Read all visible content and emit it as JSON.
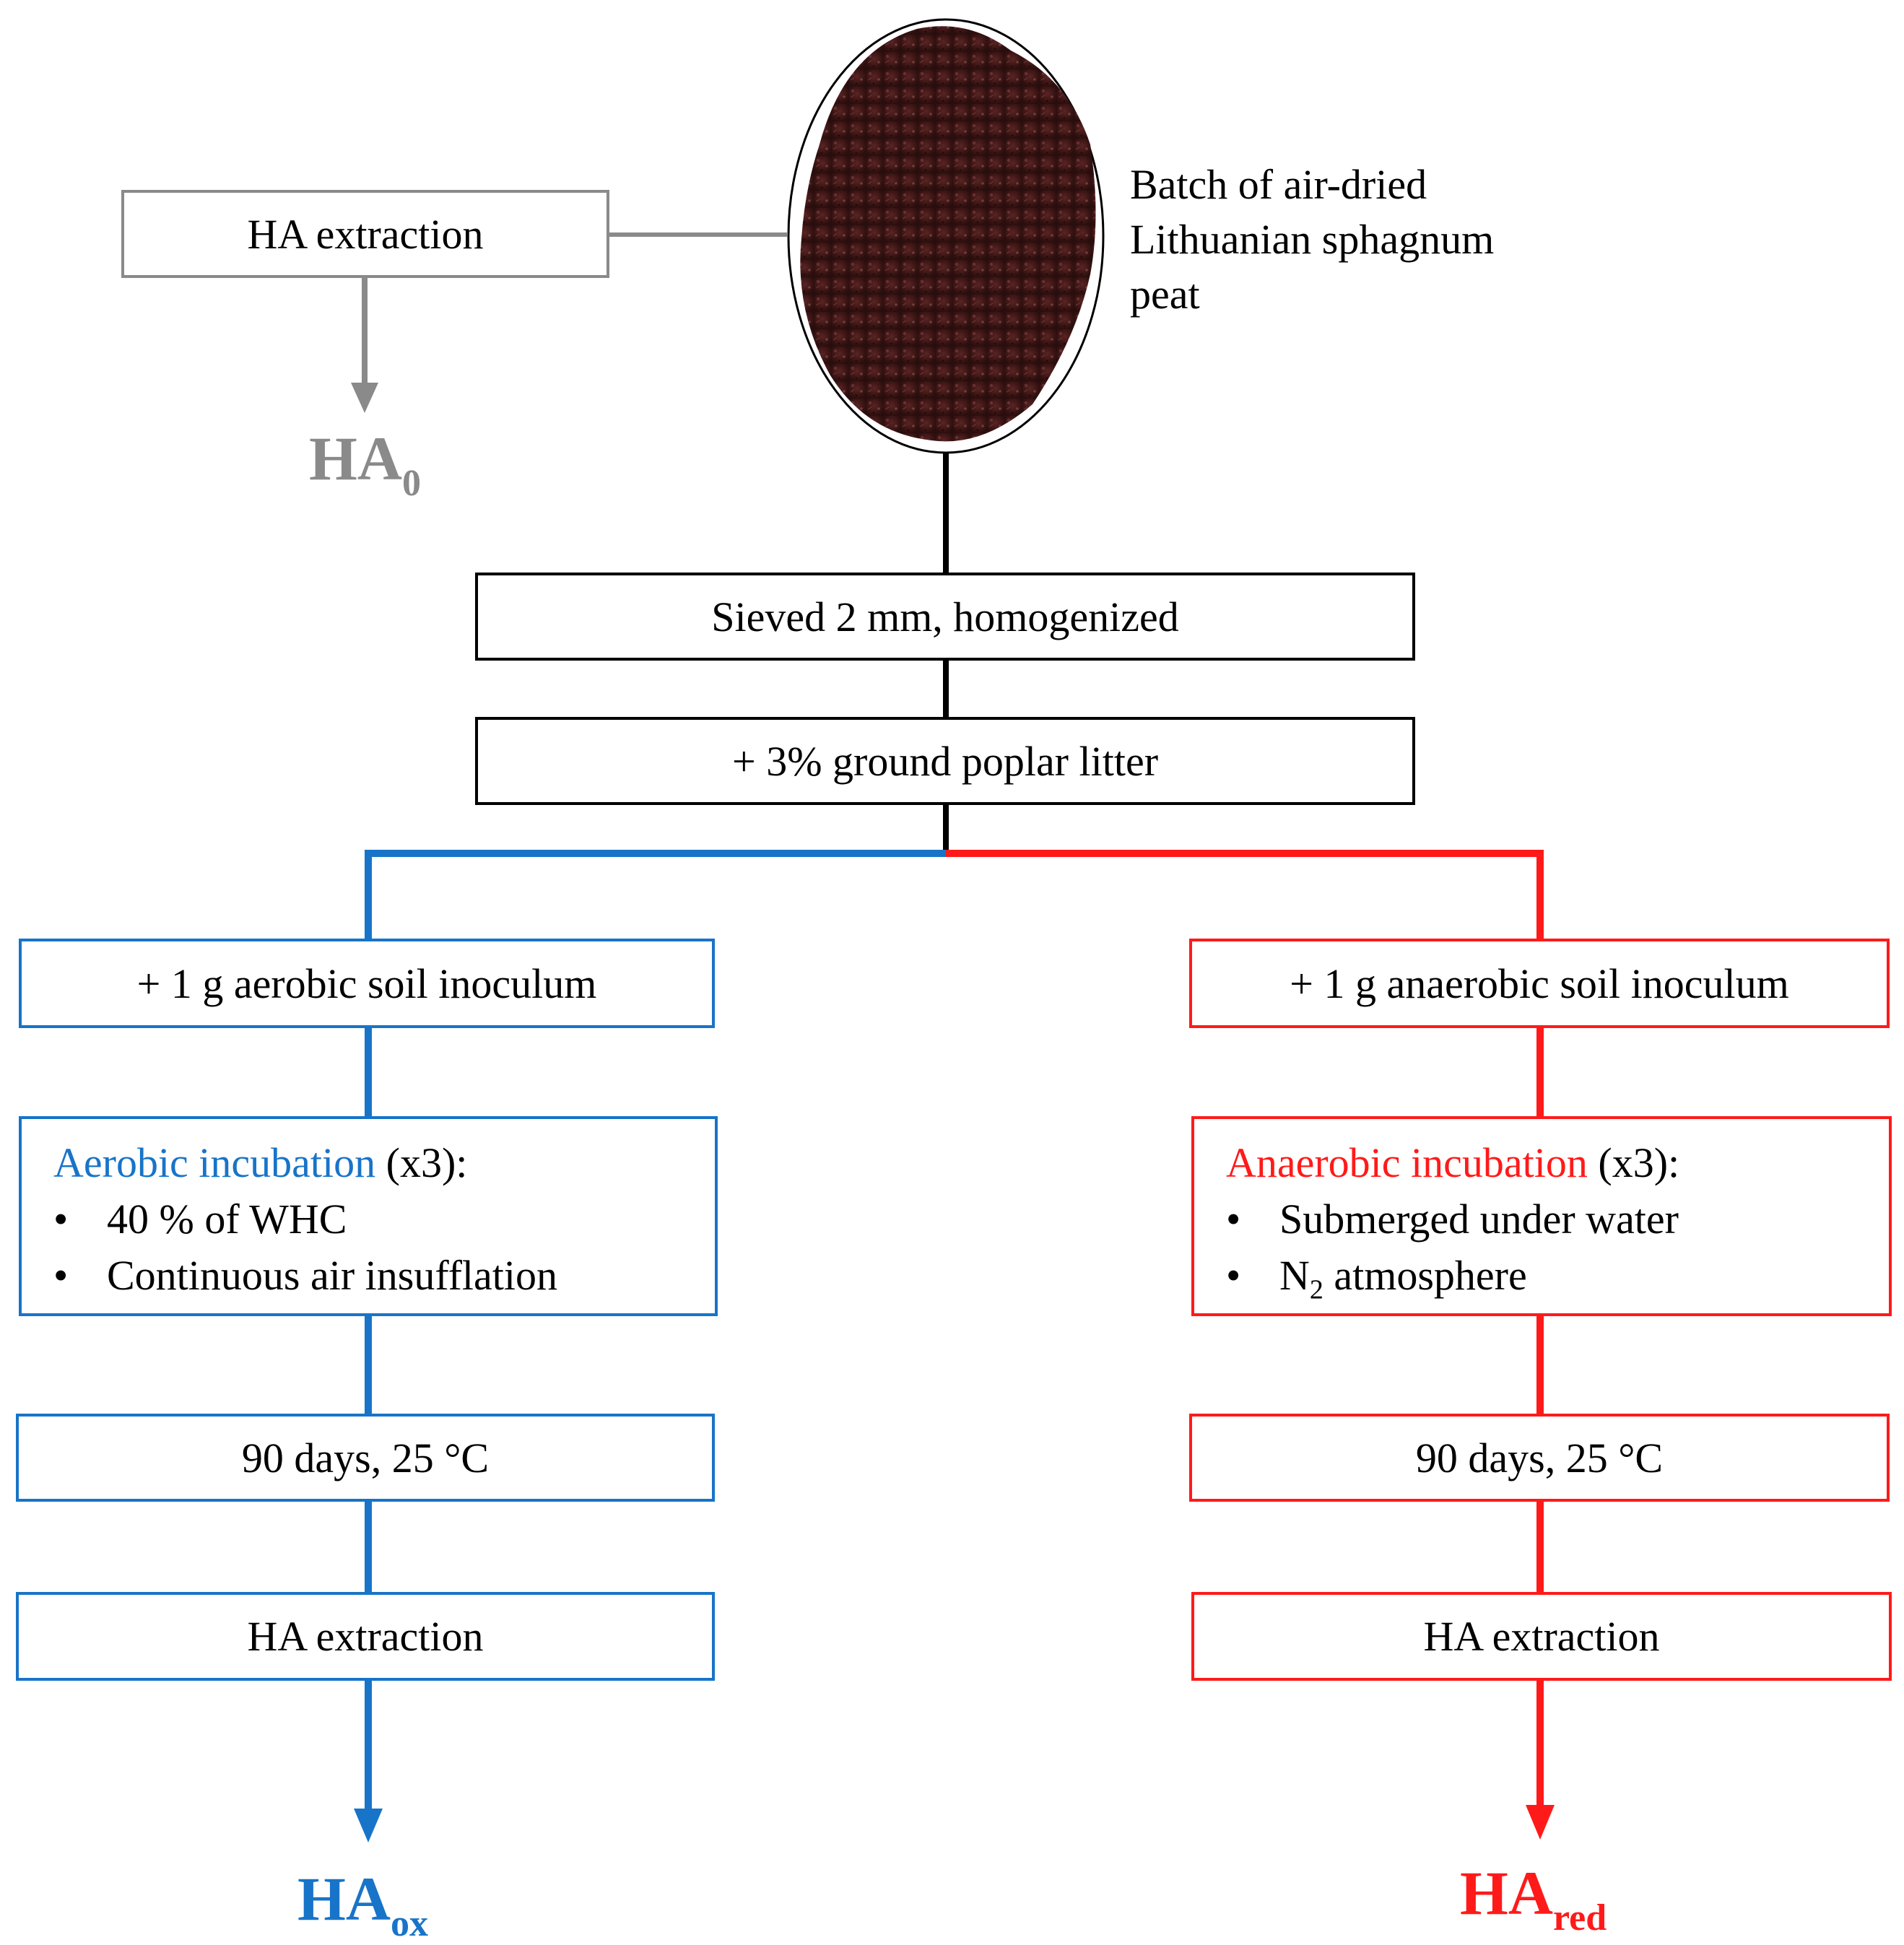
{
  "colors": {
    "gray": "#8a8a8a",
    "black": "#000000",
    "blue": "#1874c8",
    "red": "#ff1a1a",
    "peat": "#4a1c1c"
  },
  "peat_image": {
    "icon": "peat-sample-photo"
  },
  "source": {
    "label_lines": [
      "Batch of air-dried",
      "Lithuanian sphagnum",
      "peat"
    ]
  },
  "control": {
    "extraction_label": "HA extraction",
    "product_main": "HA",
    "product_sub": "0"
  },
  "steps": {
    "sieve": "Sieved 2 mm, homogenized",
    "litter": "+ 3% ground poplar litter"
  },
  "aerobic": {
    "inoculum": "+ 1 g aerobic soil inoculum",
    "incubation_title": "Aerobic incubation",
    "incubation_count": " (x3):",
    "conditions": [
      "40 % of WHC",
      "Continuous air insufflation"
    ],
    "duration": "90 days, 25 °C",
    "extraction": "HA extraction",
    "product_main": "HA",
    "product_sub": "ox"
  },
  "anaerobic": {
    "inoculum": "+ 1 g anaerobic soil inoculum",
    "incubation_title": "Anaerobic incubation",
    "incubation_count": " (x3):",
    "condition_1": "Submerged under water",
    "condition_2_main": "N",
    "condition_2_sub": "2",
    "condition_2_rest": " atmosphere",
    "duration": "90 days, 25 °C",
    "extraction": "HA extraction",
    "product_main": "HA",
    "product_sub": "red"
  }
}
